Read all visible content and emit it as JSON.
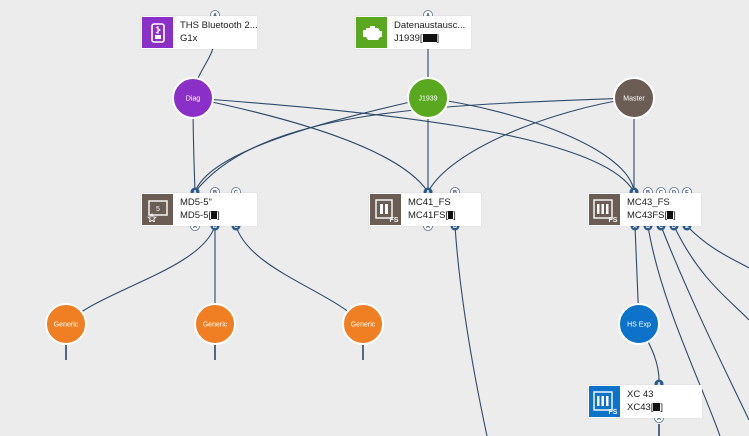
{
  "colors": {
    "purple": "#8b2fc9",
    "green": "#5aa820",
    "gray": "#6b5d53",
    "orange": "#f07f23",
    "blue": "#0d72c9",
    "pin": "#2e5a86",
    "wire": "#2e4a6a",
    "background": "#ececec"
  },
  "devices": [
    {
      "id": "ths",
      "title": "THS Bluetooth 2...",
      "subtitle": "G1x",
      "icon": "bluetooth-device-icon"
    },
    {
      "id": "datenaus",
      "title": "Datenaustausc...",
      "subtitle": "J1939[",
      "icon": "engine-icon"
    },
    {
      "id": "md5",
      "title": "MD5-5\"",
      "subtitle": "MD5-5[",
      "icon": "display-star-icon",
      "icon_text": "5"
    },
    {
      "id": "mc41",
      "title": "MC41_FS",
      "subtitle": "MC41FS[",
      "icon": "fs-controller-icon",
      "icon_text": "FS"
    },
    {
      "id": "mc43",
      "title": "MC43_FS",
      "subtitle": "MC43FS[",
      "icon": "fs-controller-icon",
      "icon_text": "FS"
    },
    {
      "id": "xc43",
      "title": "XC 43",
      "subtitle": "XC43[",
      "icon": "fs-controller-icon",
      "icon_text": "FS"
    }
  ],
  "buses": [
    {
      "id": "diag",
      "label": "Diag"
    },
    {
      "id": "j1939",
      "label": "J1939"
    },
    {
      "id": "master",
      "label": "Master"
    },
    {
      "id": "generic1",
      "label": "Generic"
    },
    {
      "id": "generic2",
      "label": "Generic"
    },
    {
      "id": "generic3",
      "label": "Generic"
    },
    {
      "id": "hsexp",
      "label": "HS Exp"
    }
  ],
  "port_labels": [
    "A",
    "B",
    "C",
    "D",
    "E"
  ]
}
